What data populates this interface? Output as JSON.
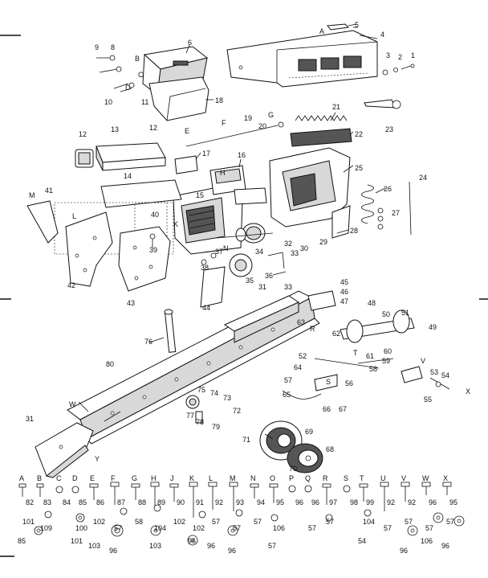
{
  "callouts": {
    "n1": "1",
    "n2": "2",
    "n3": "3",
    "n4": "4",
    "n5": "5",
    "n6": "6",
    "n8": "8",
    "n9": "9",
    "n10": "10",
    "n11": "11",
    "n12a": "12",
    "n12b": "12",
    "n13": "13",
    "n14": "14",
    "n15": "15",
    "n16": "16",
    "n17": "17",
    "n18": "18",
    "n19": "19",
    "n20": "20",
    "n21": "21",
    "n22": "22",
    "n23": "23",
    "n24": "24",
    "n25": "25",
    "n26": "26",
    "n27": "27",
    "n28": "28",
    "n29": "29",
    "n30": "30",
    "n31a": "31",
    "n31b": "31",
    "n32": "32",
    "n33a": "33",
    "n33b": "33",
    "n34": "34",
    "n35": "35",
    "n36": "36",
    "n37": "37",
    "n38": "38",
    "n39": "39",
    "n40": "40",
    "n41": "41",
    "n42": "42",
    "n43": "43",
    "n44": "44",
    "n45": "45",
    "n46": "46",
    "n47": "47",
    "n48": "48",
    "n49": "49",
    "n50": "50",
    "n51": "51",
    "n52": "52",
    "n53": "53",
    "n54": "54",
    "n55": "55",
    "n56": "56",
    "n57": "57",
    "n58": "58",
    "n59": "59",
    "n60": "60",
    "n61": "61",
    "n62": "62",
    "n63": "63",
    "n64": "64",
    "n65": "65",
    "n66": "66",
    "n67": "67",
    "n68": "68",
    "n69": "69",
    "n70": "70",
    "n71": "71",
    "n72": "72",
    "n73": "73",
    "n74": "74",
    "n75": "75",
    "n76": "76",
    "n77": "77",
    "n78": "78",
    "n79": "79",
    "n80": "80"
  },
  "letters": {
    "A": "A",
    "B": "B",
    "C": "C",
    "D": "D",
    "E": "E",
    "F": "F",
    "G": "G",
    "H": "H",
    "J": "J",
    "K": "K",
    "L": "L",
    "M": "M",
    "N": "N",
    "P": "P",
    "Q": "Q",
    "R": "R",
    "S": "S",
    "T": "T",
    "U": "U",
    "V": "V",
    "W": "W",
    "X": "X",
    "Y": "Y"
  },
  "hardware": [
    {
      "letter": "A",
      "num": "82",
      "low": "101",
      "low2": "85"
    },
    {
      "letter": "B",
      "num": "83",
      "low": "109",
      "low2": ""
    },
    {
      "letter": "C",
      "num": "84",
      "low": "",
      "low2": ""
    },
    {
      "letter": "D",
      "num": "85",
      "low": "100",
      "low2": "101"
    },
    {
      "letter": "E",
      "num": "86",
      "low": "102",
      "low2": "103"
    },
    {
      "letter": "F",
      "num": "87",
      "low": "57",
      "low2": "96"
    },
    {
      "letter": "G",
      "num": "88",
      "low": "58",
      "low2": ""
    },
    {
      "letter": "H",
      "num": "89",
      "low": "104",
      "low2": "103"
    },
    {
      "letter": "J",
      "num": "90",
      "low": "102",
      "low2": ""
    },
    {
      "letter": "K",
      "num": "91",
      "low": "102",
      "low2": "96"
    },
    {
      "letter": "L",
      "num": "92",
      "low": "57",
      "low2": "96"
    },
    {
      "letter": "M",
      "num": "93",
      "low": "57",
      "low2": "96"
    },
    {
      "letter": "N",
      "num": "94",
      "low": "57",
      "low2": ""
    },
    {
      "letter": "O",
      "num": "95",
      "low": "106",
      "low2": "57"
    },
    {
      "letter": "P",
      "num": "96",
      "low": "",
      "low2": ""
    },
    {
      "letter": "Q",
      "num": "96",
      "low": "57",
      "low2": ""
    },
    {
      "letter": "R",
      "num": "97",
      "low": "57",
      "low2": ""
    },
    {
      "letter": "S",
      "num": "98",
      "low": "",
      "low2": ""
    },
    {
      "letter": "T",
      "num": "99",
      "low": "104",
      "low2": "54"
    },
    {
      "letter": "U",
      "num": "92",
      "low": "57",
      "low2": ""
    },
    {
      "letter": "V",
      "num": "92",
      "low": "57",
      "low2": "96"
    },
    {
      "letter": "W",
      "num": "96",
      "low": "57",
      "low2": "106"
    },
    {
      "letter": "X",
      "num": "95",
      "low": "57",
      "low2": "96"
    }
  ]
}
